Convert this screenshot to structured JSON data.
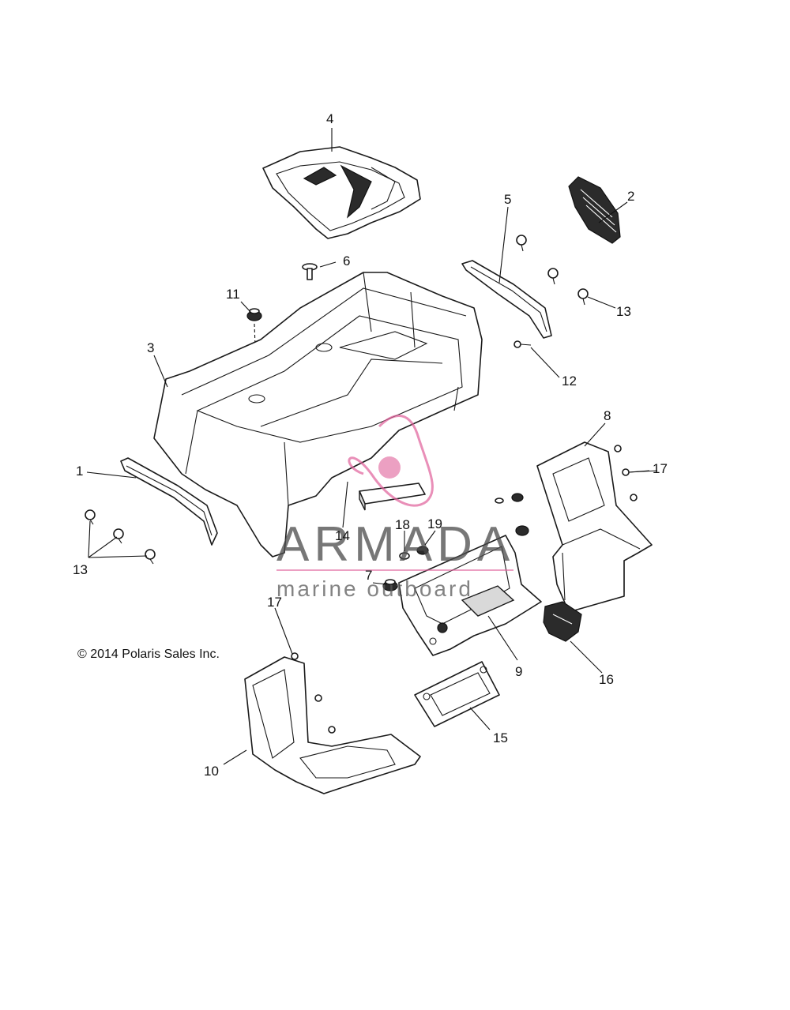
{
  "copyright": "© 2014 Polaris Sales Inc.",
  "watermark": {
    "brand": "ARMADA",
    "tagline": "marine outboard",
    "accent_color": "#e0609a"
  },
  "callouts": {
    "c1": "1",
    "c2": "2",
    "c3": "3",
    "c4": "4",
    "c5": "5",
    "c6": "6",
    "c7": "7",
    "c8": "8",
    "c9": "9",
    "c10": "10",
    "c11": "11",
    "c12": "12",
    "c13a": "13",
    "c13b": "13",
    "c14": "14",
    "c15": "15",
    "c16": "16",
    "c17a": "17",
    "c17b": "17",
    "c18": "18",
    "c19": "19"
  }
}
